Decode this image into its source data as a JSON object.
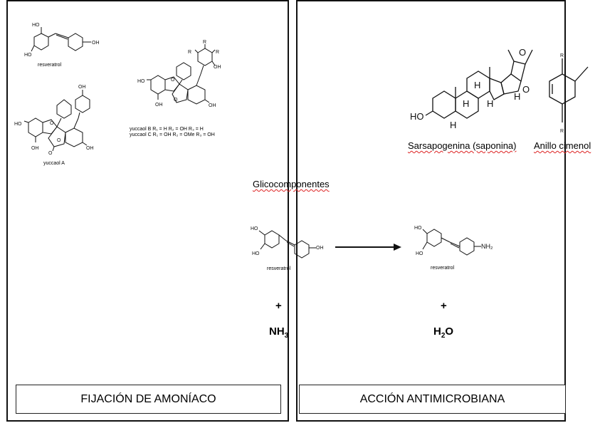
{
  "panels": {
    "left_caption": "FIJACIÓN DE AMONÍACO",
    "right_caption": "ACCIÓN ANTIMICROBIANA"
  },
  "molecules": {
    "resveratrol_top": "resveratrol",
    "yuccaol_a": "yuccaol A",
    "yuccaol_bc_line1": "yuccaol B R₁ = H  R₂ = OH  R₃ = H",
    "yuccaol_bc_line2": "yuccaol C R₁ = OH R₂ = OMe R₃ = OH",
    "resveratrol_center": "resveratrol",
    "resveratrol_right": "resveratrol",
    "sarsapogenina": "Sarsapogenina (saponina)",
    "anillo_cimenol": "Anillo cimenol"
  },
  "labels": {
    "glicocomponentes": "Glicocomponentes",
    "plus_left": "+",
    "plus_right": "+",
    "nh3": "NH",
    "nh3_sub": "3",
    "h2o_h": "H",
    "h2o_sub": "2",
    "h2o_o": "O"
  },
  "atoms": {
    "ho": "HO",
    "oh": "OH",
    "o": "O",
    "h": "H",
    "r": "R",
    "r1": "R",
    "r2": "R",
    "r3": "R",
    "nh2": "NH₂"
  }
}
